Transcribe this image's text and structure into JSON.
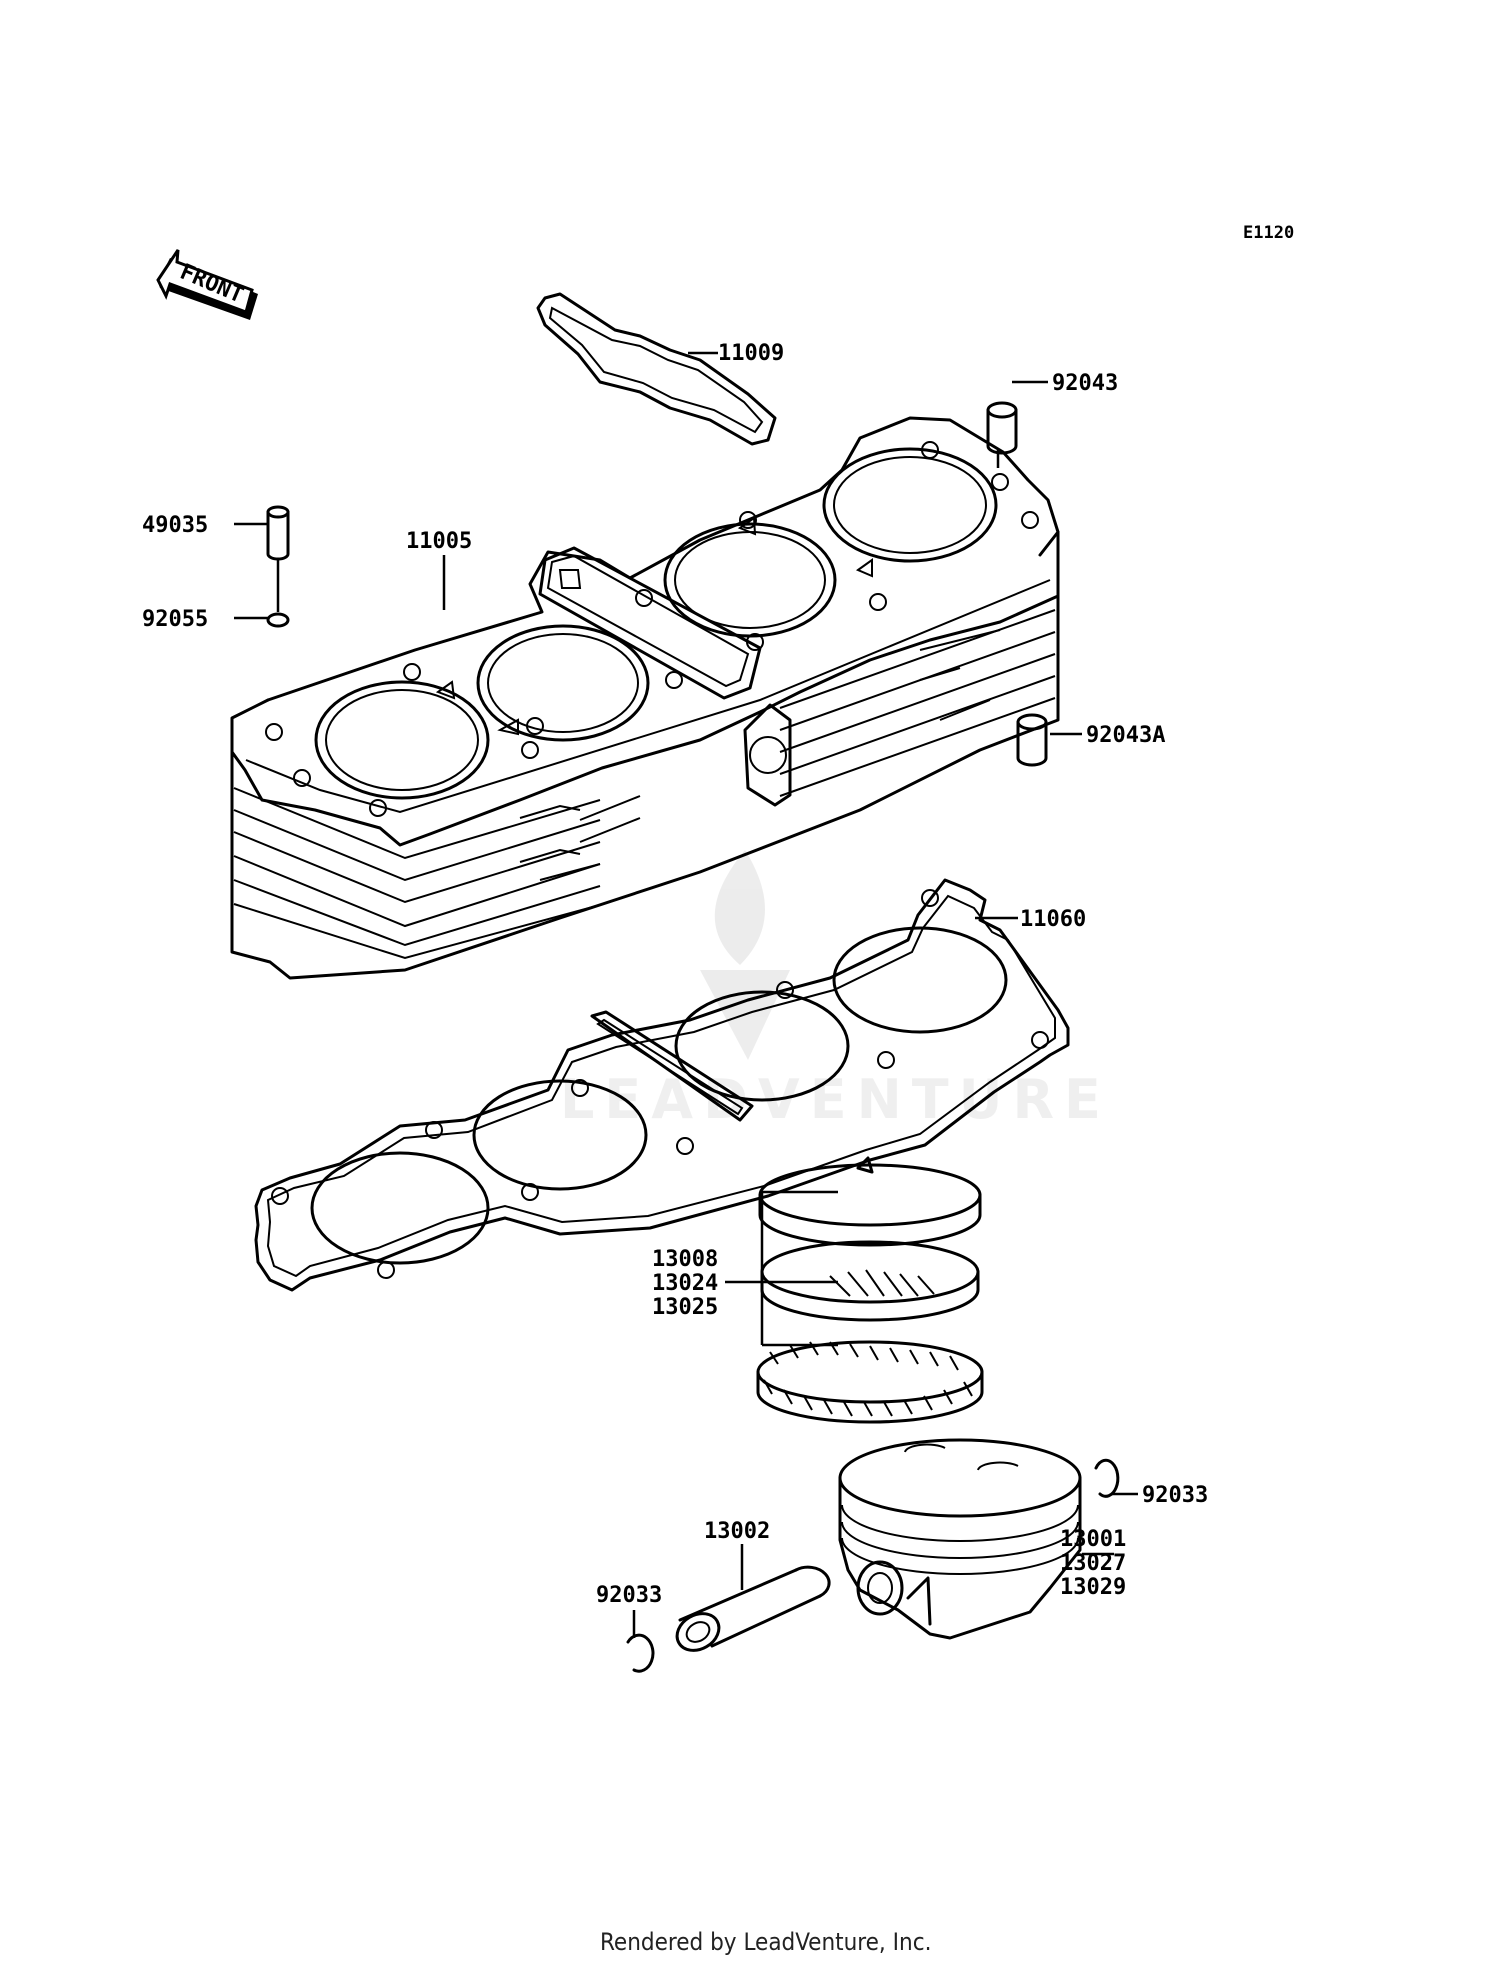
{
  "diagram_code": "E1120",
  "front_label": "FRONT",
  "watermark": "LEADVENTURE",
  "footer": "Rendered by LeadVenture, Inc.",
  "callouts": {
    "p11009": "11009",
    "p92043": "92043",
    "p49035": "49035",
    "p11005": "11005",
    "p92055": "92055",
    "p92043a": "92043A",
    "p11060": "11060",
    "rings": [
      "13008",
      "13024",
      "13025"
    ],
    "p92033_right": "92033",
    "p13002": "13002",
    "p92033_left": "92033",
    "piston": [
      "13001",
      "13027",
      "13029"
    ]
  }
}
